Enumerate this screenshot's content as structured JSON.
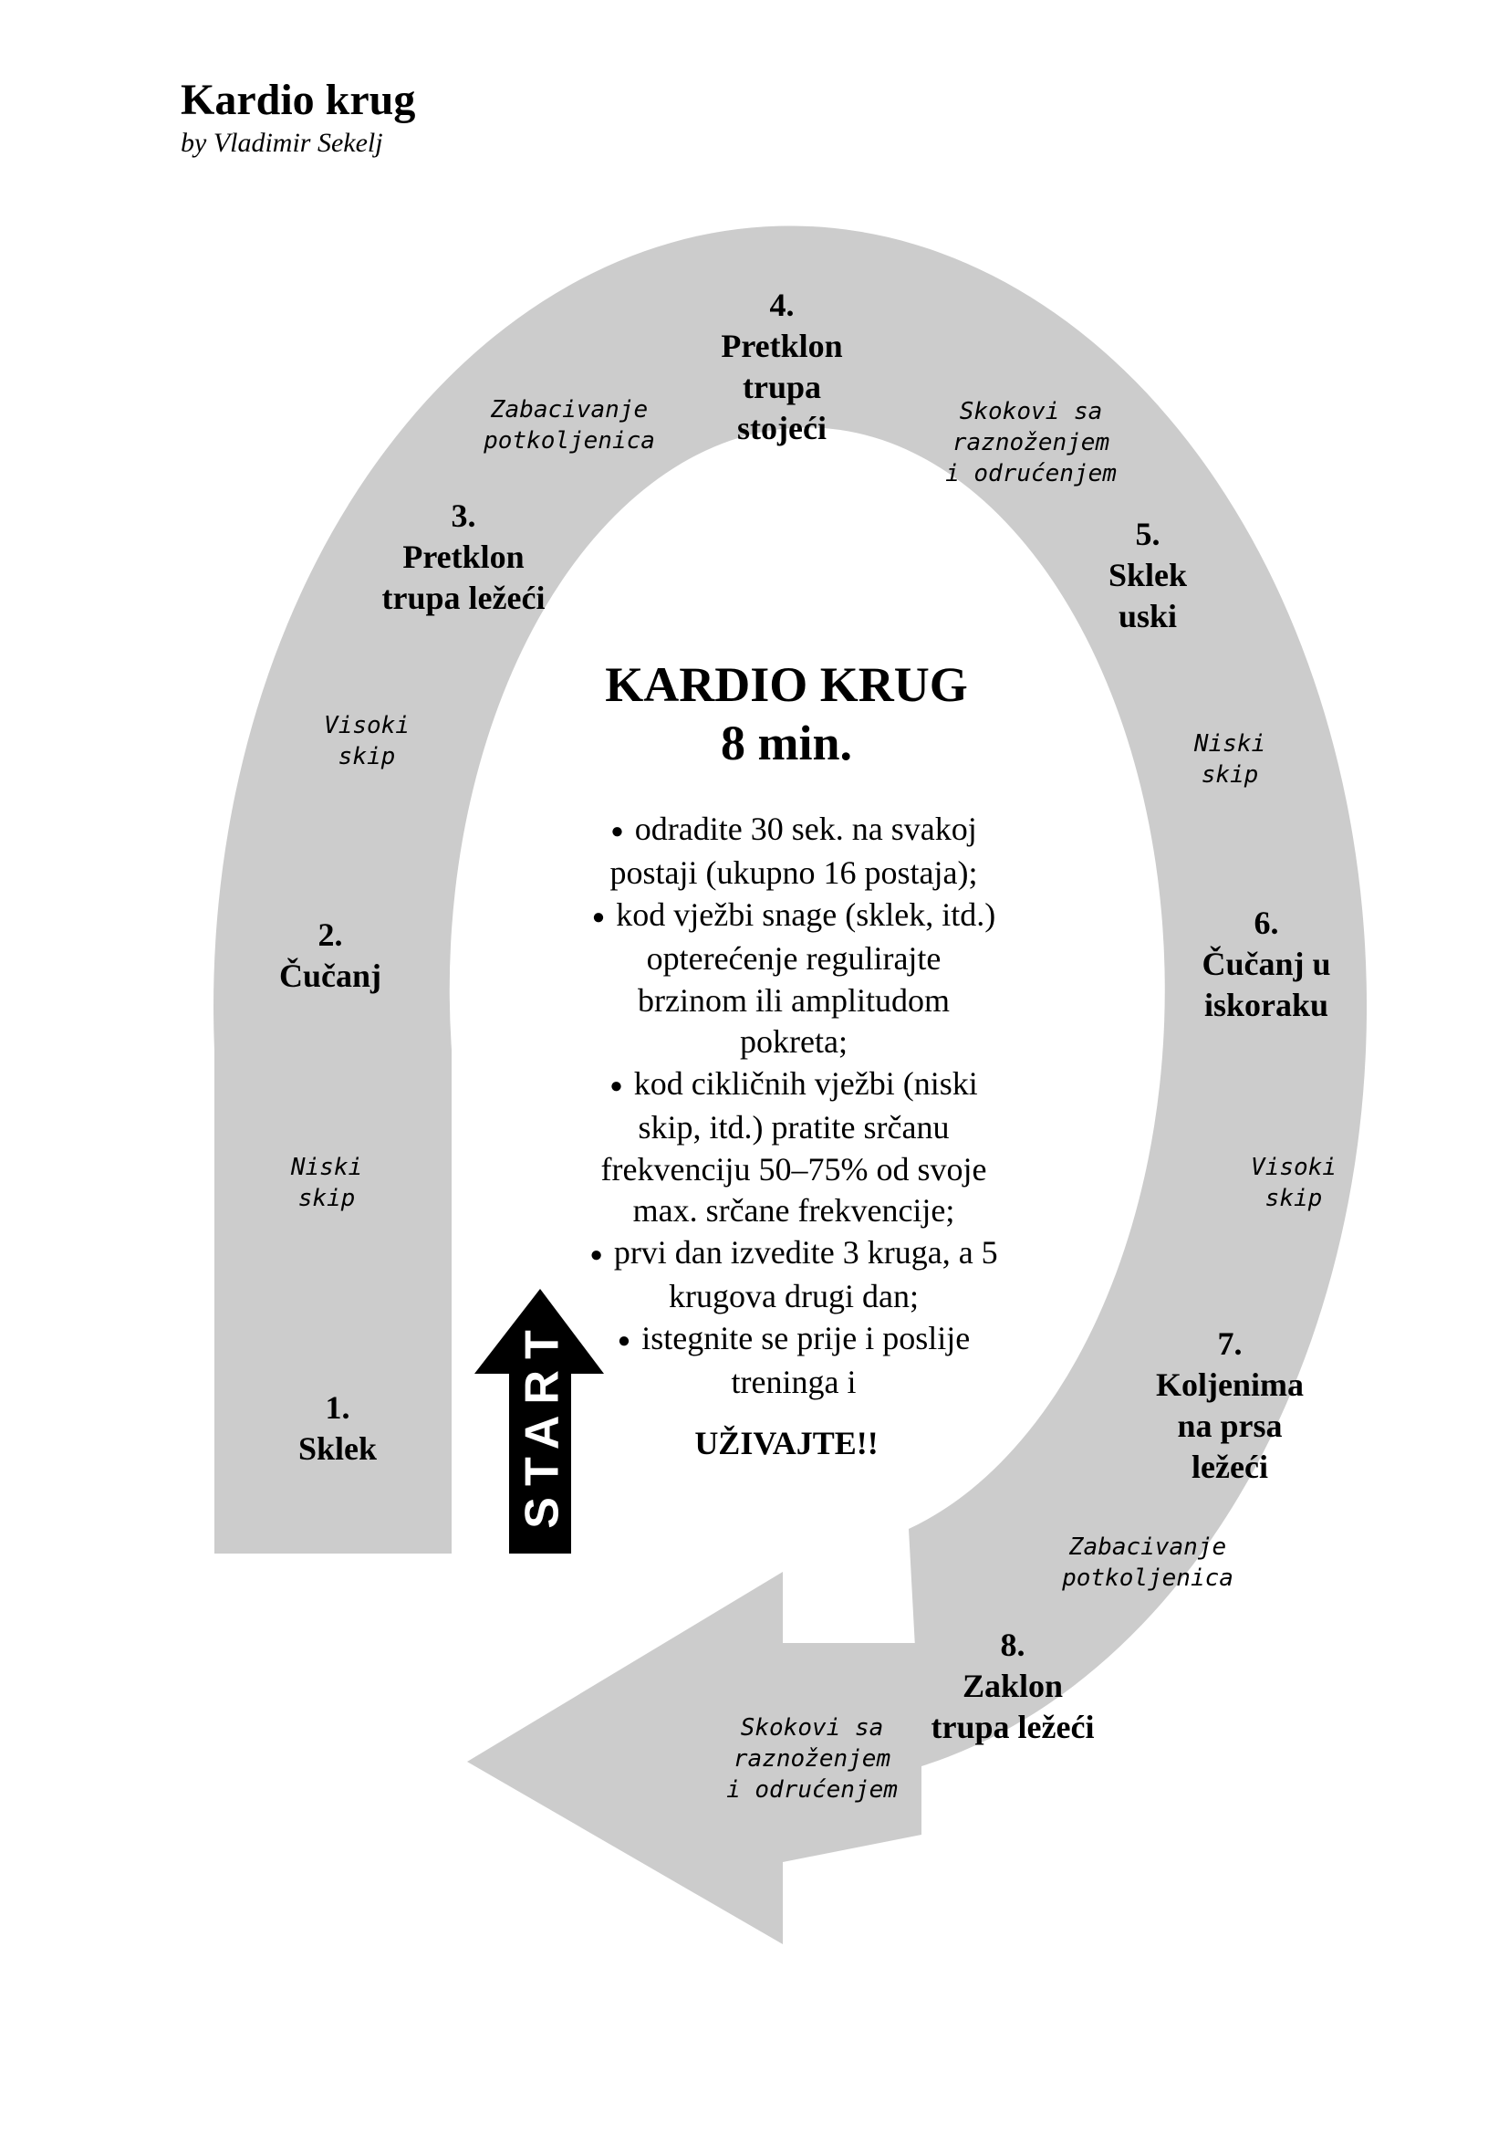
{
  "header": {
    "title": "Kardio krug",
    "author": "by Vladimir Sekelj"
  },
  "colors": {
    "band": "#cccccc",
    "arrow": "#000000",
    "text": "#000000"
  },
  "stations": [
    {
      "number": "1.",
      "lines": [
        "Sklek"
      ]
    },
    {
      "number": "2.",
      "lines": [
        "Čučanj"
      ]
    },
    {
      "number": "3.",
      "lines": [
        "Pretklon",
        "trupa ležeći"
      ]
    },
    {
      "number": "4.",
      "lines": [
        "Pretklon",
        "trupa",
        "stojeći"
      ]
    },
    {
      "number": "5.",
      "lines": [
        "Sklek",
        "uski"
      ]
    },
    {
      "number": "6.",
      "lines": [
        "Čučanj u",
        "iskoraku"
      ]
    },
    {
      "number": "7.",
      "lines": [
        "Koljenima",
        "na prsa",
        "ležeći"
      ]
    },
    {
      "number": "8.",
      "lines": [
        "Zaklon",
        "trupa ležeći"
      ]
    }
  ],
  "transitions": [
    {
      "lines": [
        "Niski",
        "skip"
      ]
    },
    {
      "lines": [
        "Visoki",
        "skip"
      ]
    },
    {
      "lines": [
        "Zabacivanje",
        "potkoljenica"
      ]
    },
    {
      "lines": [
        "Skokovi sa",
        "raznoženjem",
        "i odrućenjem"
      ]
    },
    {
      "lines": [
        "Niski",
        "skip"
      ]
    },
    {
      "lines": [
        "Visoki",
        "skip"
      ]
    },
    {
      "lines": [
        "Zabacivanje",
        "potkoljenica"
      ]
    },
    {
      "lines": [
        "Skokovi sa",
        "raznoženjem",
        "i odrućenjem"
      ]
    }
  ],
  "center": {
    "title_line1": "KARDIO KRUG",
    "title_line2": "8 min.",
    "instructions": [
      [
        "odradite 30 sek. na svakoj",
        "postaji (ukupno 16 postaja);"
      ],
      [
        "kod vježbi snage (sklek, itd.)",
        "opterećenje regulirajte",
        "brzinom ili amplitudom",
        "pokreta;"
      ],
      [
        "kod cikličnih vježbi (niski",
        "skip, itd.) pratite srčanu",
        "frekvenciju 50–75% od svoje",
        "max. srčane frekvencije;"
      ],
      [
        "prvi dan izvedite 3 kruga, a 5",
        "krugova drugi dan;"
      ],
      [
        "istegnite se prije i poslije",
        "treninga i"
      ]
    ],
    "closing": "UŽIVAJTE!!"
  },
  "start_arrow": {
    "label": "START"
  }
}
